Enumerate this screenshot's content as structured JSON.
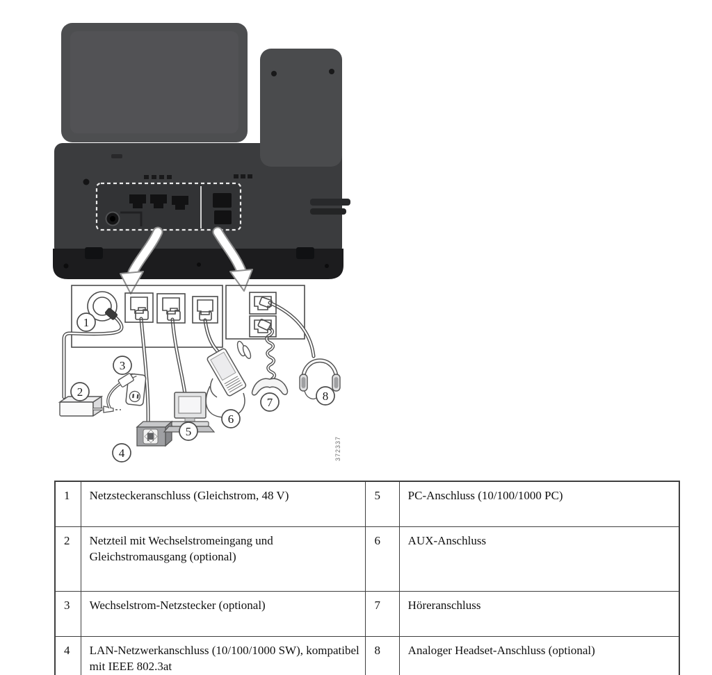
{
  "figure": {
    "figure_id": "372337",
    "callouts": [
      {
        "number": "1"
      },
      {
        "number": "2"
      },
      {
        "number": "3"
      },
      {
        "number": "4"
      },
      {
        "number": "5"
      },
      {
        "number": "6"
      },
      {
        "number": "7"
      },
      {
        "number": "8"
      }
    ],
    "colors": {
      "phone_body": "#4d4e50",
      "phone_lower": "#3b3c3e",
      "phone_base": "#1c1c1e",
      "recess": "#323335",
      "line_art": "#4b4b4b"
    }
  },
  "legend": {
    "rows": [
      {
        "left_num": "1",
        "left_text": "Netzsteckeranschluss (Gleichstrom, 48 V)",
        "right_num": "5",
        "right_text": "PC-Anschluss (10/100/1000 PC)"
      },
      {
        "left_num": "2",
        "left_text": "Netzteil mit Wechselstromeingang und Gleichstromausgang (optional)",
        "right_num": "6",
        "right_text": "AUX-Anschluss"
      },
      {
        "left_num": "3",
        "left_text": "Wechselstrom-Netzstecker (optional)",
        "right_num": "7",
        "right_text": "Höreranschluss"
      },
      {
        "left_num": "4",
        "left_text": "LAN-Netzwerkanschluss (10/100/1000 SW), kompatibel mit IEEE 802.3at",
        "right_num": "8",
        "right_text": "Analoger Headset-Anschluss (optional)"
      }
    ]
  }
}
